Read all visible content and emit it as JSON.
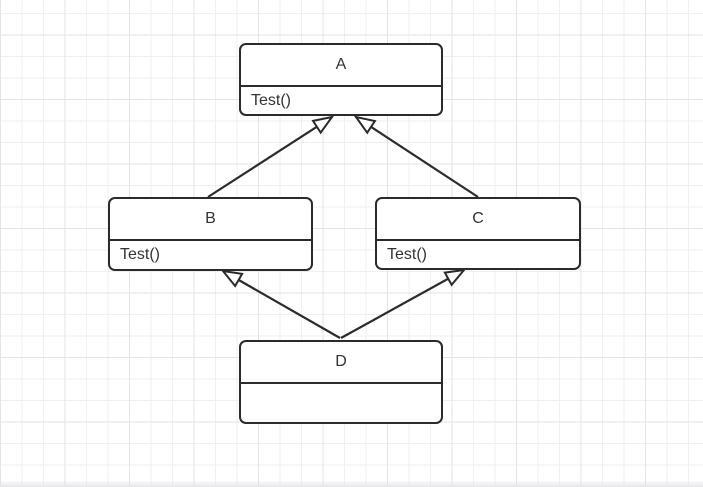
{
  "diagram": {
    "classes": [
      {
        "id": "A",
        "name": "A",
        "method": "Test()"
      },
      {
        "id": "B",
        "name": "B",
        "method": "Test()"
      },
      {
        "id": "C",
        "name": "C",
        "method": "Test()"
      },
      {
        "id": "D",
        "name": "D",
        "method": ""
      }
    ],
    "relations": [
      {
        "from": "B",
        "to": "A",
        "type": "generalization",
        "arrowhead": "hollow-triangle"
      },
      {
        "from": "C",
        "to": "A",
        "type": "generalization",
        "arrowhead": "hollow-triangle"
      },
      {
        "from": "D",
        "to": "B",
        "type": "generalization",
        "arrowhead": "hollow-triangle"
      },
      {
        "from": "D",
        "to": "C",
        "type": "generalization",
        "arrowhead": "hollow-triangle"
      }
    ]
  },
  "colors": {
    "stroke": "#2b2b2b",
    "fill": "#ffffff",
    "text": "#333333",
    "background": "#ffffff",
    "grid_minor": "#efeff4",
    "grid_major": "#e3e3ea",
    "edge": "#e7e7ea"
  }
}
